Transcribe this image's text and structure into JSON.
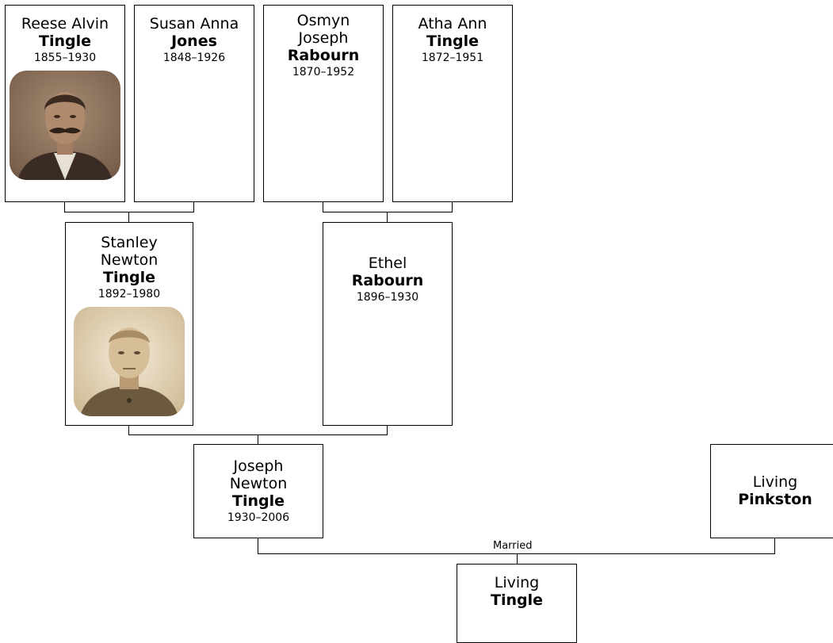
{
  "people": {
    "reese": {
      "given_1": "Reese Alvin",
      "surname": "Tingle",
      "years": "1855–1930",
      "has_photo": true
    },
    "susan": {
      "given_1": "Susan Anna",
      "surname": "Jones",
      "years": "1848–1926"
    },
    "osmyn": {
      "given_1": "Osmyn",
      "given_2": "Joseph",
      "surname": "Rabourn",
      "years": "1870–1952"
    },
    "atha": {
      "given_1": "Atha Ann",
      "surname": "Tingle",
      "years": "1872–1951"
    },
    "stanley": {
      "given_1": "Stanley",
      "given_2": "Newton",
      "surname": "Tingle",
      "years": "1892–1980",
      "has_photo": true
    },
    "ethel": {
      "given_1": "Ethel",
      "surname": "Rabourn",
      "years": "1896–1930"
    },
    "joseph": {
      "given_1": "Joseph",
      "given_2": "Newton",
      "surname": "Tingle",
      "years": "1930–2006"
    },
    "pinkston": {
      "given_1": "Living",
      "surname": "Pinkston"
    },
    "living_tingle": {
      "given_1": "Living",
      "surname": "Tingle"
    }
  },
  "labels": {
    "married": "Married"
  }
}
